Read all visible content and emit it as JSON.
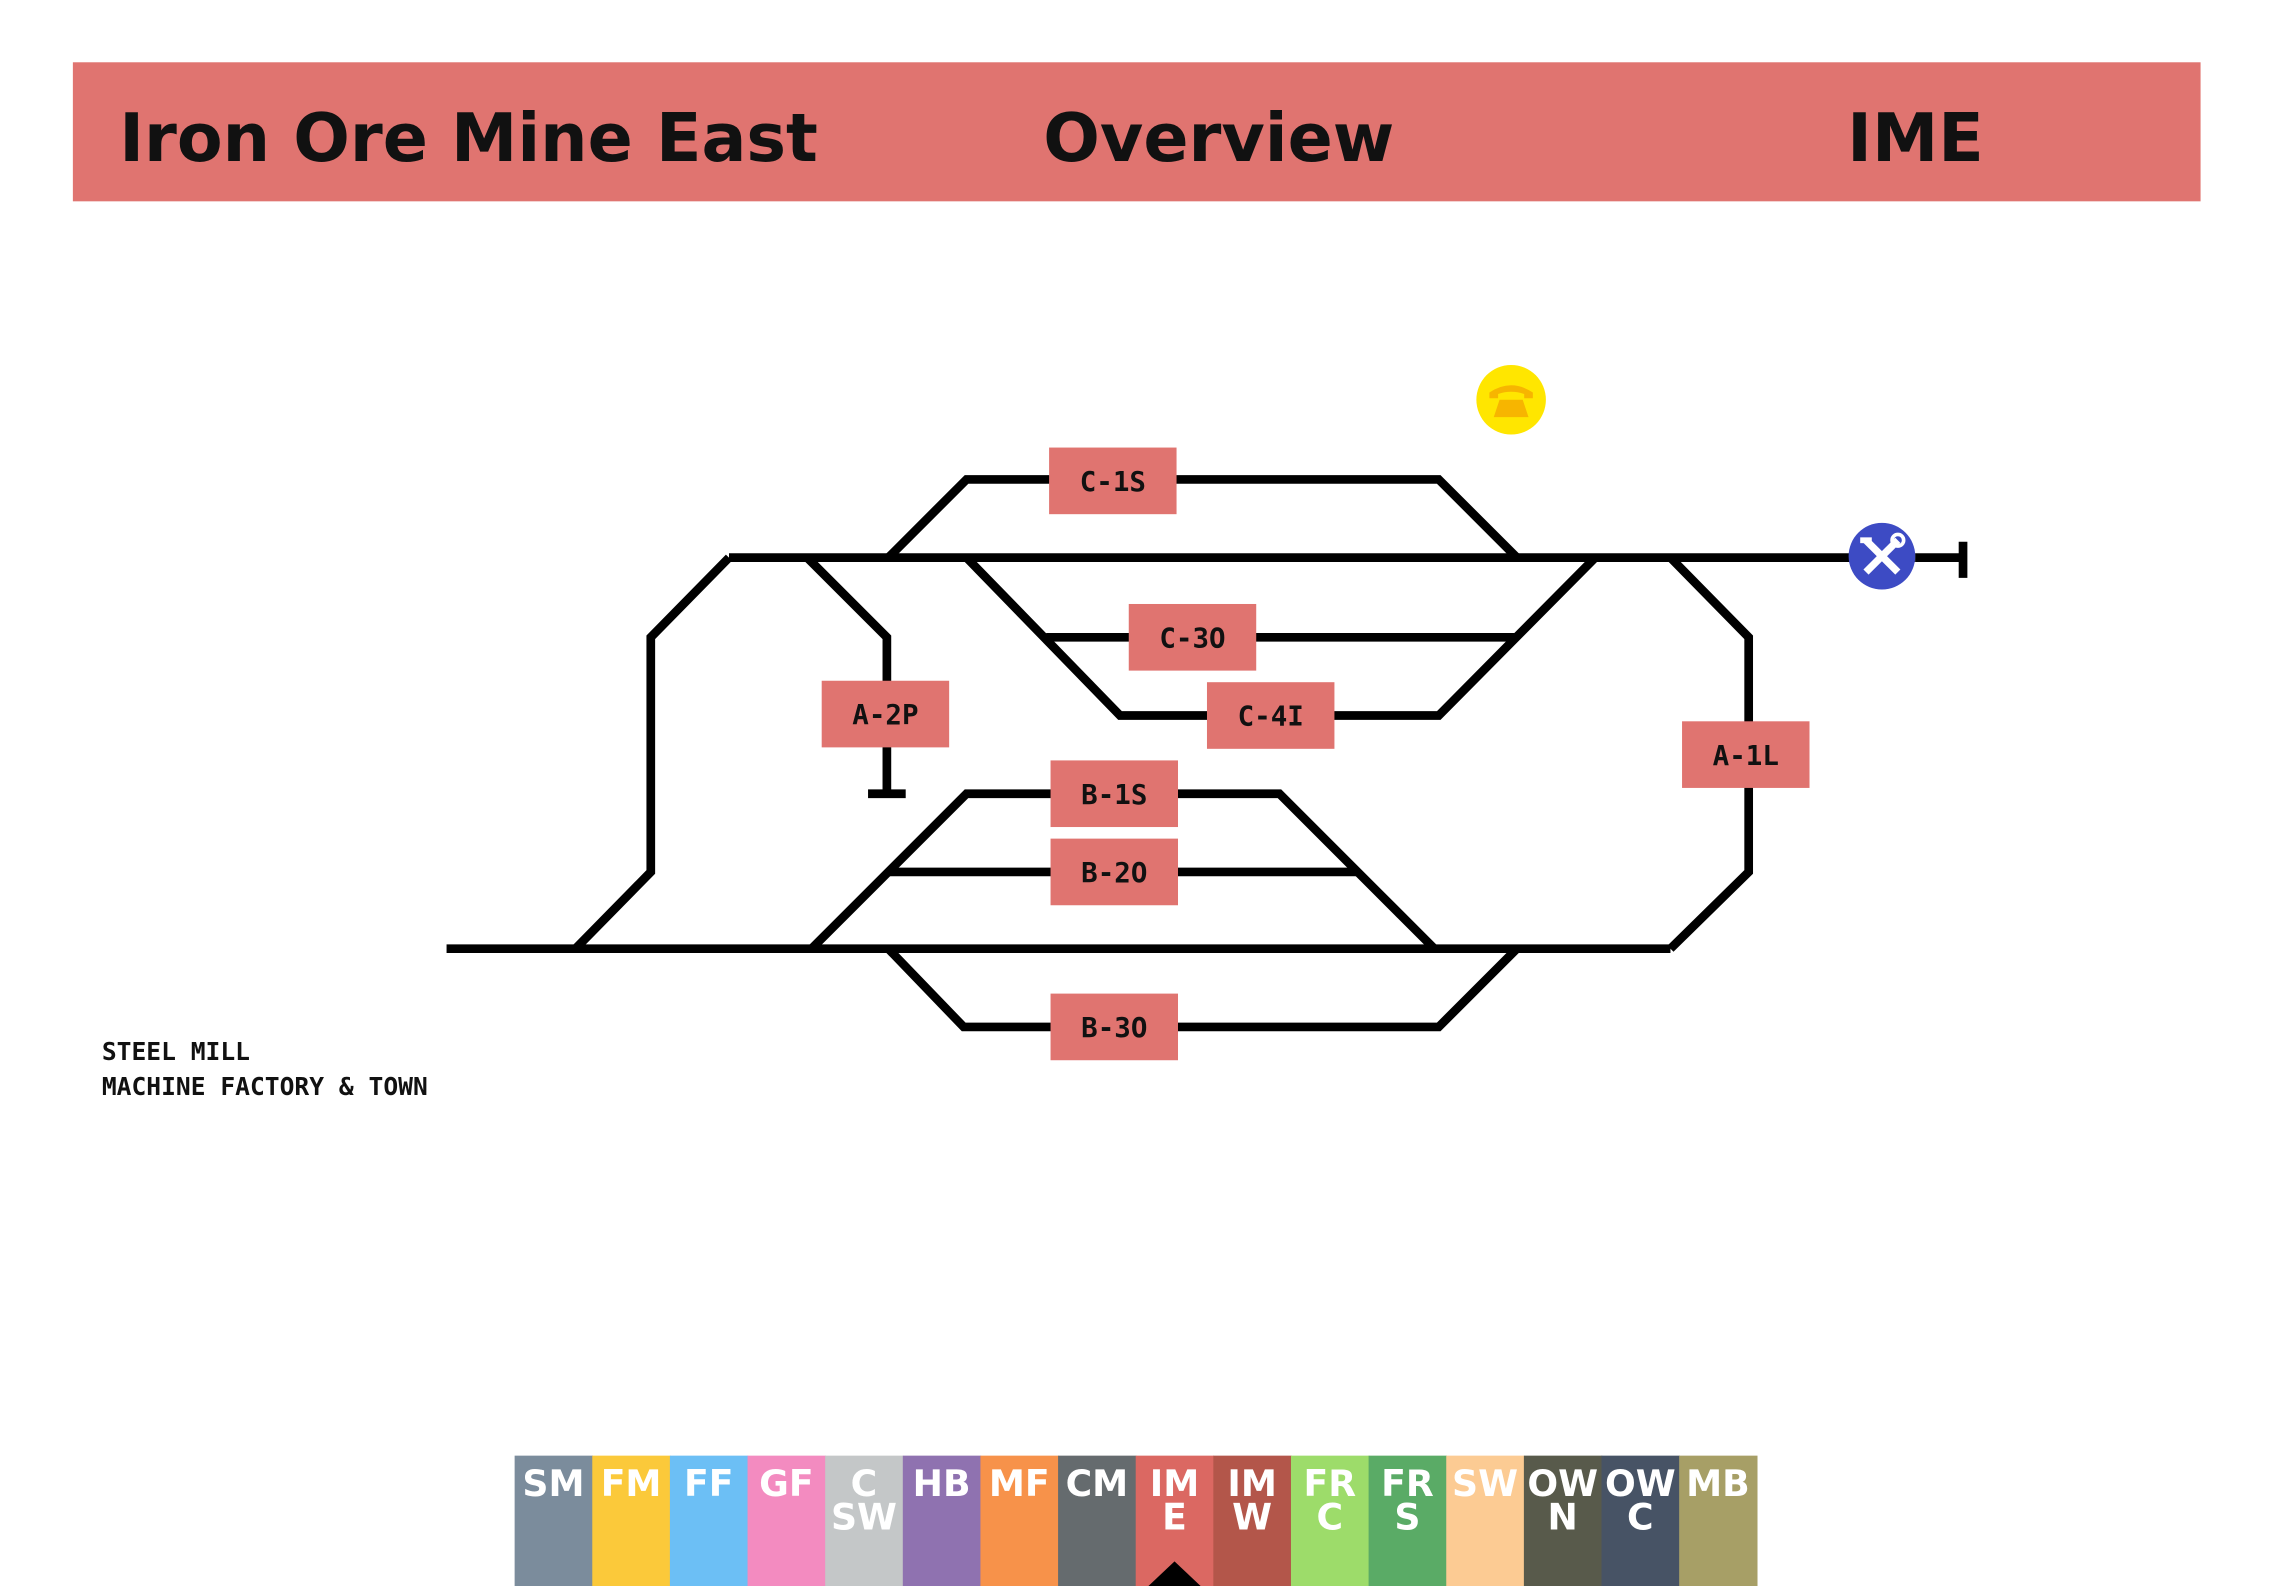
{
  "header": {
    "location": "Iron Ore Mine East",
    "view": "Overview",
    "code": "IME",
    "color": "#e07470"
  },
  "tracks": {
    "C1S": "C-1S",
    "C3O": "C-3O",
    "C4I": "C-4I",
    "A2P": "A-2P",
    "A1L": "A-1L",
    "B1S": "B-1S",
    "B2O": "B-2O",
    "B3O": "B-3O",
    "label_color": "#e07470"
  },
  "destinations": {
    "line1": "STEEL MILL",
    "line2": "MACHINE FACTORY & TOWN"
  },
  "icons": {
    "phone": "phone-icon",
    "workshop": "wrench-screwdriver-icon"
  },
  "nav": {
    "active": "IME",
    "tabs": [
      {
        "id": "SM",
        "lines": [
          "SM"
        ],
        "color": "#7b8c9c"
      },
      {
        "id": "FM",
        "lines": [
          "FM"
        ],
        "color": "#fbc93a"
      },
      {
        "id": "FF",
        "lines": [
          "FF"
        ],
        "color": "#6cbff5"
      },
      {
        "id": "GF",
        "lines": [
          "GF"
        ],
        "color": "#f38bc0"
      },
      {
        "id": "CSW",
        "lines": [
          "C",
          "SW"
        ],
        "color": "#c4c7c8"
      },
      {
        "id": "HB",
        "lines": [
          "HB"
        ],
        "color": "#8f72b0"
      },
      {
        "id": "MF",
        "lines": [
          "MF"
        ],
        "color": "#f7924a"
      },
      {
        "id": "CM",
        "lines": [
          "CM"
        ],
        "color": "#656b6e"
      },
      {
        "id": "IME",
        "lines": [
          "IM",
          "E"
        ],
        "color": "#db6862"
      },
      {
        "id": "IMW",
        "lines": [
          "IM",
          "W"
        ],
        "color": "#b3564a"
      },
      {
        "id": "FRC",
        "lines": [
          "FR",
          "C"
        ],
        "color": "#9ddc6a"
      },
      {
        "id": "FRS",
        "lines": [
          "FR",
          "S"
        ],
        "color": "#5aab66"
      },
      {
        "id": "SW",
        "lines": [
          "SW"
        ],
        "color": "#fccb93"
      },
      {
        "id": "OWN",
        "lines": [
          "OW",
          "N"
        ],
        "color": "#585a4b"
      },
      {
        "id": "OWC",
        "lines": [
          "OW",
          "C"
        ],
        "color": "#475365"
      },
      {
        "id": "MB",
        "lines": [
          "MB"
        ],
        "color": "#a79f66"
      }
    ]
  }
}
